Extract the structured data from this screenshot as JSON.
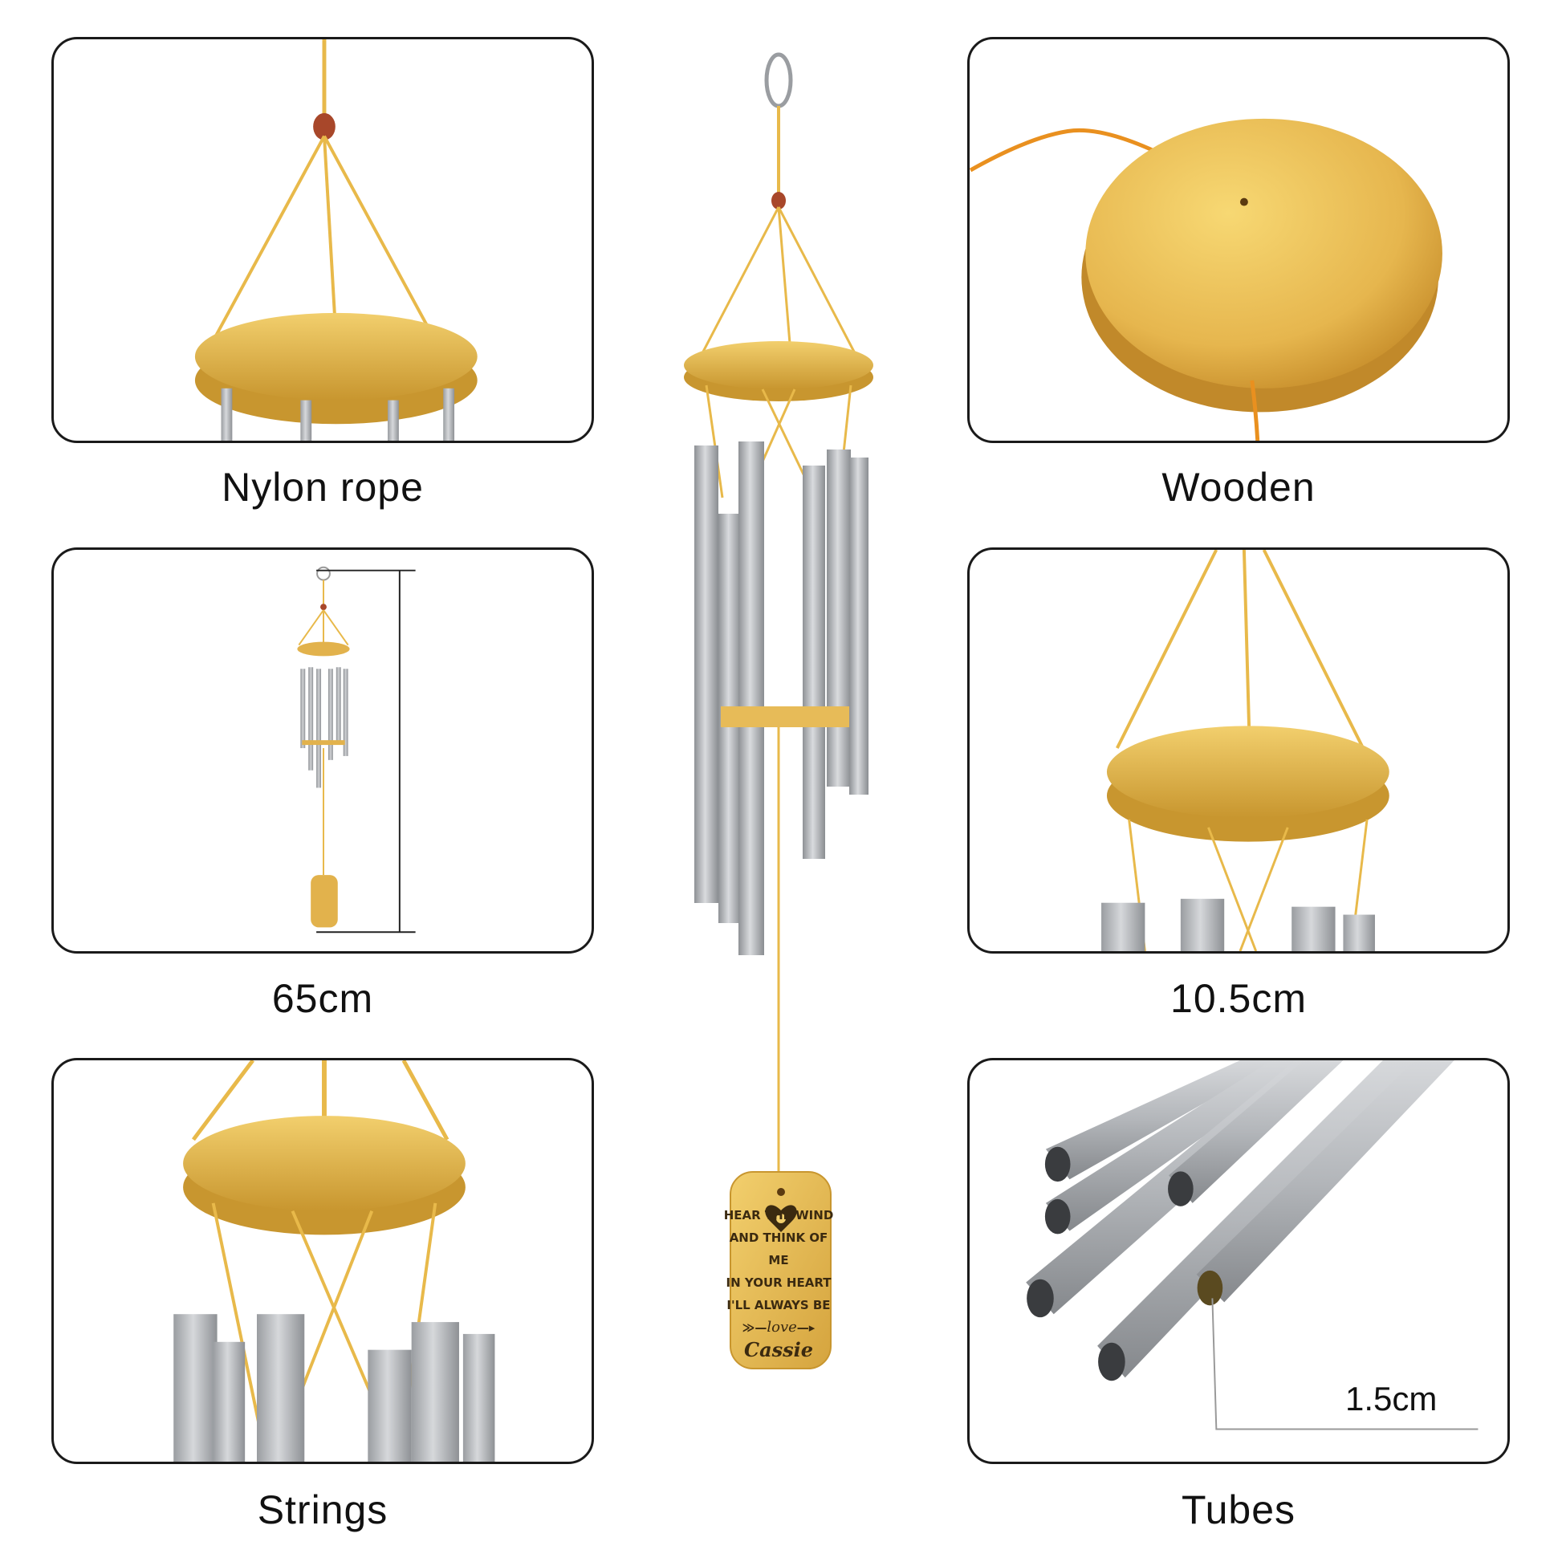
{
  "panels": {
    "nylon_rope": {
      "caption": "Nylon rope"
    },
    "wooden": {
      "caption": "Wooden"
    },
    "length": {
      "caption": "65cm"
    },
    "diameter": {
      "caption": "10.5cm"
    },
    "strings": {
      "caption": "Strings"
    },
    "tubes": {
      "caption": "Tubes",
      "dimension": "1.5cm"
    }
  },
  "tag": {
    "lines": [
      "HEAR THE WIND",
      "AND THINK OF ME",
      "IN YOUR HEART",
      "I'LL ALWAYS BE"
    ],
    "love_word": "love",
    "name": "Cassie"
  },
  "colors": {
    "wood": "#e2b24c",
    "wood_dark": "#b98a2e",
    "rope": "#e8b94a",
    "tube": "#b9bcc0",
    "tube_dark": "#8c8f93",
    "border": "#1a1a1a"
  },
  "icons": {
    "tag_heart": "heart-icon",
    "tag_arrows": "arrow-icon"
  }
}
